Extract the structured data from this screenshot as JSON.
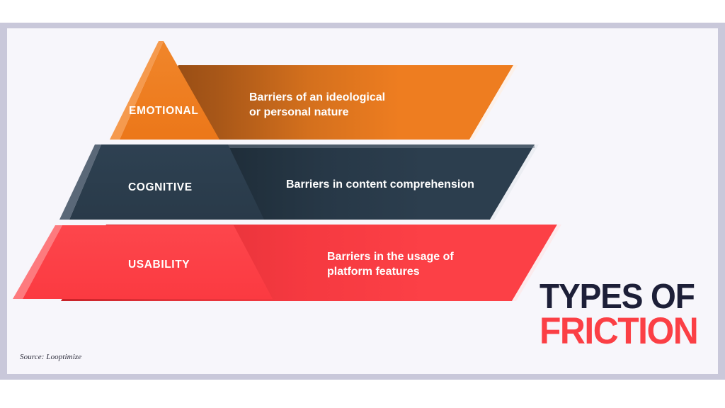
{
  "frame": {
    "border_color": "#c9c8da",
    "background_color": "#f7f6fb"
  },
  "title": {
    "line1": "TYPES OF",
    "line2": "FRICTION",
    "line1_color": "#1d1f38",
    "line2_color": "#fb3f45"
  },
  "source": {
    "text": "Source: Looptimize"
  },
  "pyramid": {
    "tiers": [
      {
        "id": "emotional",
        "label": "EMOTIONAL",
        "description": "Barriers of an ideological or personal nature",
        "description_line1": "Barriers of an ideological",
        "description_line2": "or personal nature",
        "color": "#ee7d20",
        "shadow_color": "#8a4512",
        "highlight_color": "#f59a4e"
      },
      {
        "id": "cognitive",
        "label": "COGNITIVE",
        "description": "Barriers in content comprehension",
        "description_line1": "Barriers in content comprehension",
        "description_line2": "",
        "color": "#2c3e4e",
        "shadow_color": "#141e27",
        "highlight_color": "#5a6878"
      },
      {
        "id": "usability",
        "label": "USABILITY",
        "description": "Barriers in the usage of platform features",
        "description_line1": "Barriers in the usage of",
        "description_line2": "platform features",
        "color": "#fc4046",
        "shadow_color": "#c72228",
        "highlight_color": "#fd7a7e"
      }
    ]
  }
}
